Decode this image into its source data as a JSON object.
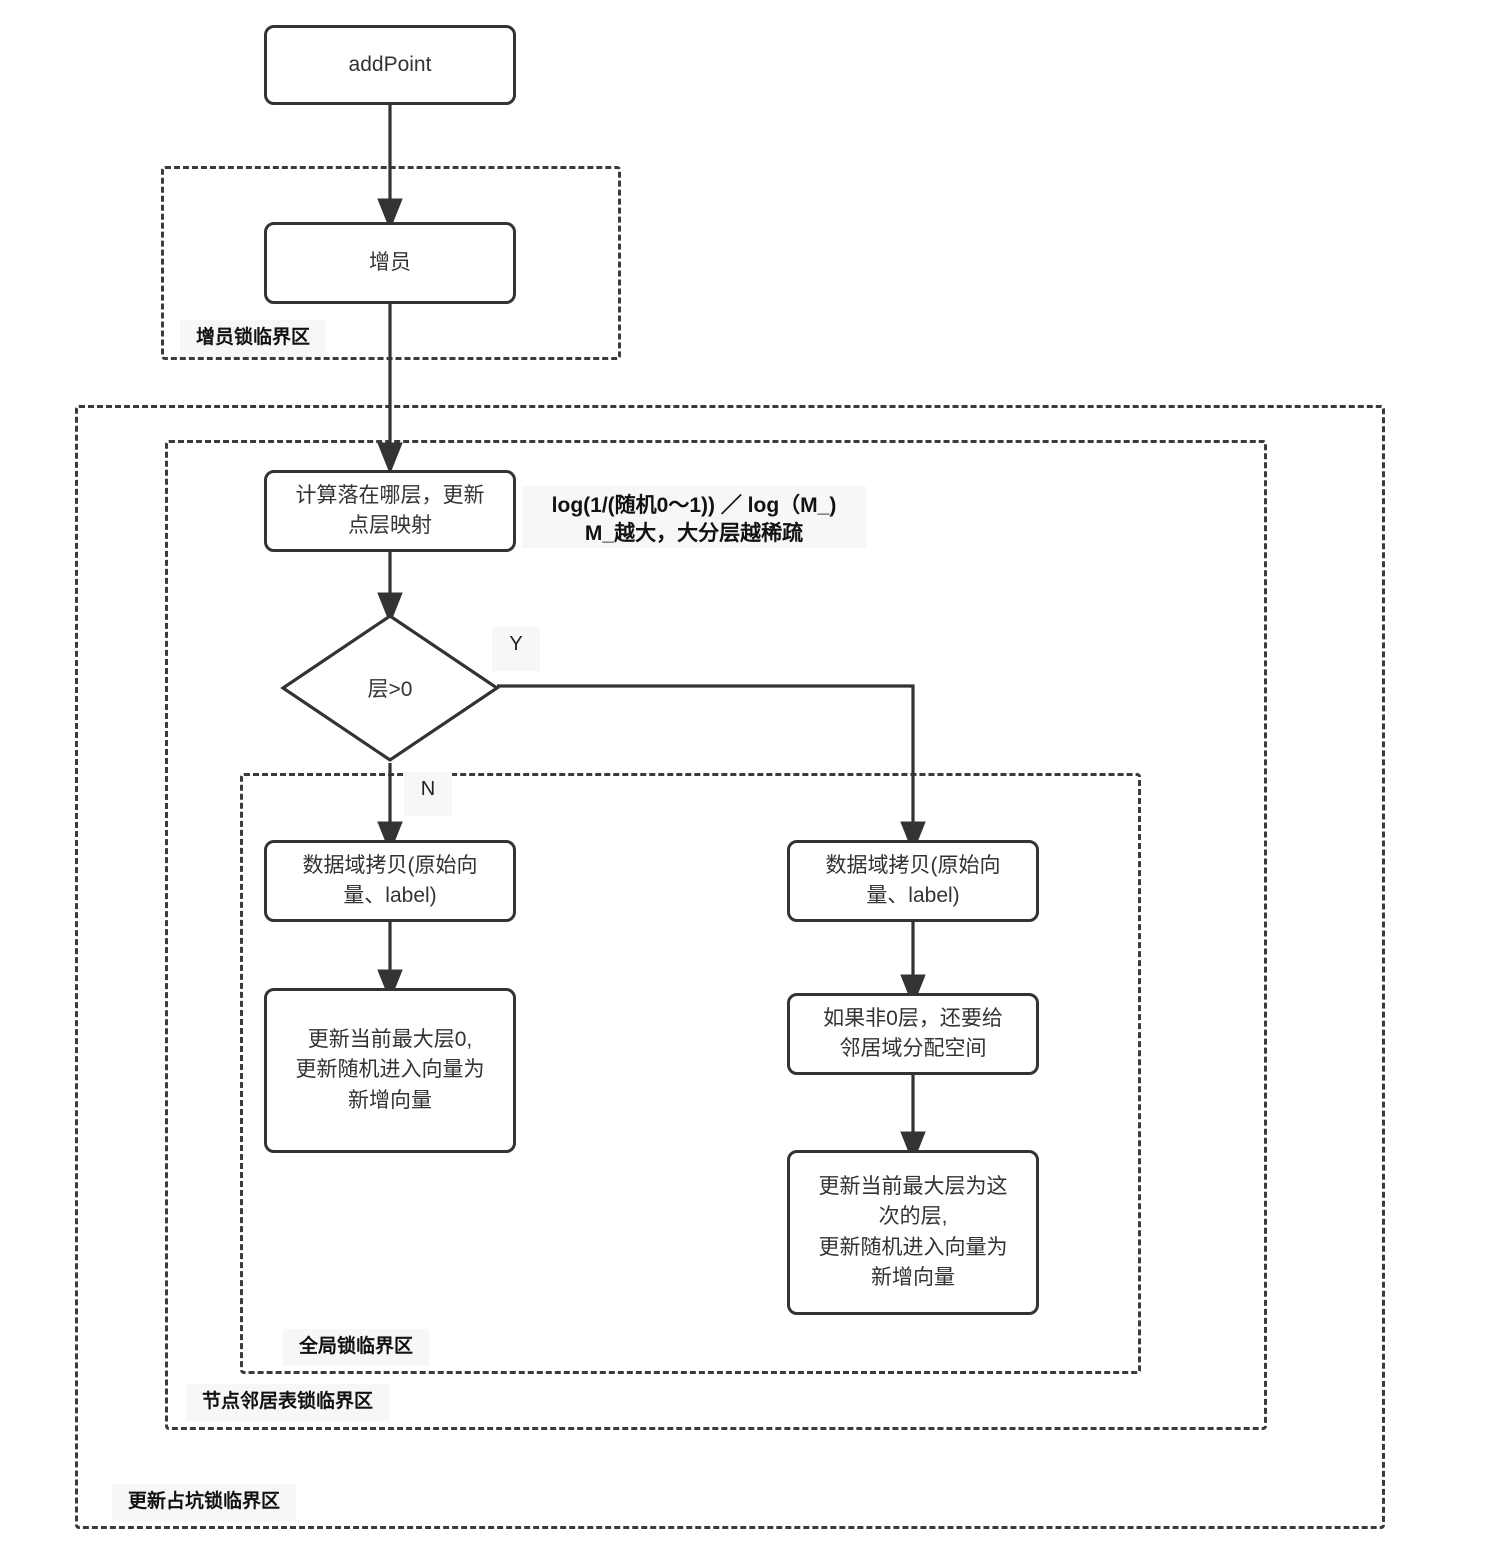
{
  "diagram": {
    "title": "addPoint flowchart",
    "colors": {
      "node_border": "#333333",
      "node_fill": "#ffffff",
      "scope_border": "#3b3b3b",
      "label_fill": "#f7f7f7",
      "text": "#333333"
    }
  },
  "nodes": {
    "add_point": "addPoint",
    "increment_member": "增员",
    "compute_layer": "计算落在哪层，更新\n点层映射",
    "decision_layer": "层>0",
    "copy_data_left": "数据域拷贝(原始向\n量、label)",
    "copy_data_right": "数据域拷贝(原始向\n量、label)",
    "update_max_layer_zero": "更新当前最大层0,\n更新随机进入向量为\n新增向量",
    "alloc_neighbor_space": "如果非0层，还要给\n邻居域分配空间",
    "update_max_layer_this": "更新当前最大层为这\n次的层,\n更新随机进入向量为\n新增向量"
  },
  "edge_labels": {
    "yes": "Y",
    "no": "N"
  },
  "notes": {
    "layer_formula": "log(1/(随机0～1)) ／ log（M_)\nM_越大，大分层越稀疏"
  },
  "scopes": {
    "increment_lock": "增员锁临界区",
    "update_slot_lock": "更新占坑锁临界区",
    "node_neighbor_table_lock": "节点邻居表锁临界区",
    "global_lock": "全局锁临界区"
  }
}
